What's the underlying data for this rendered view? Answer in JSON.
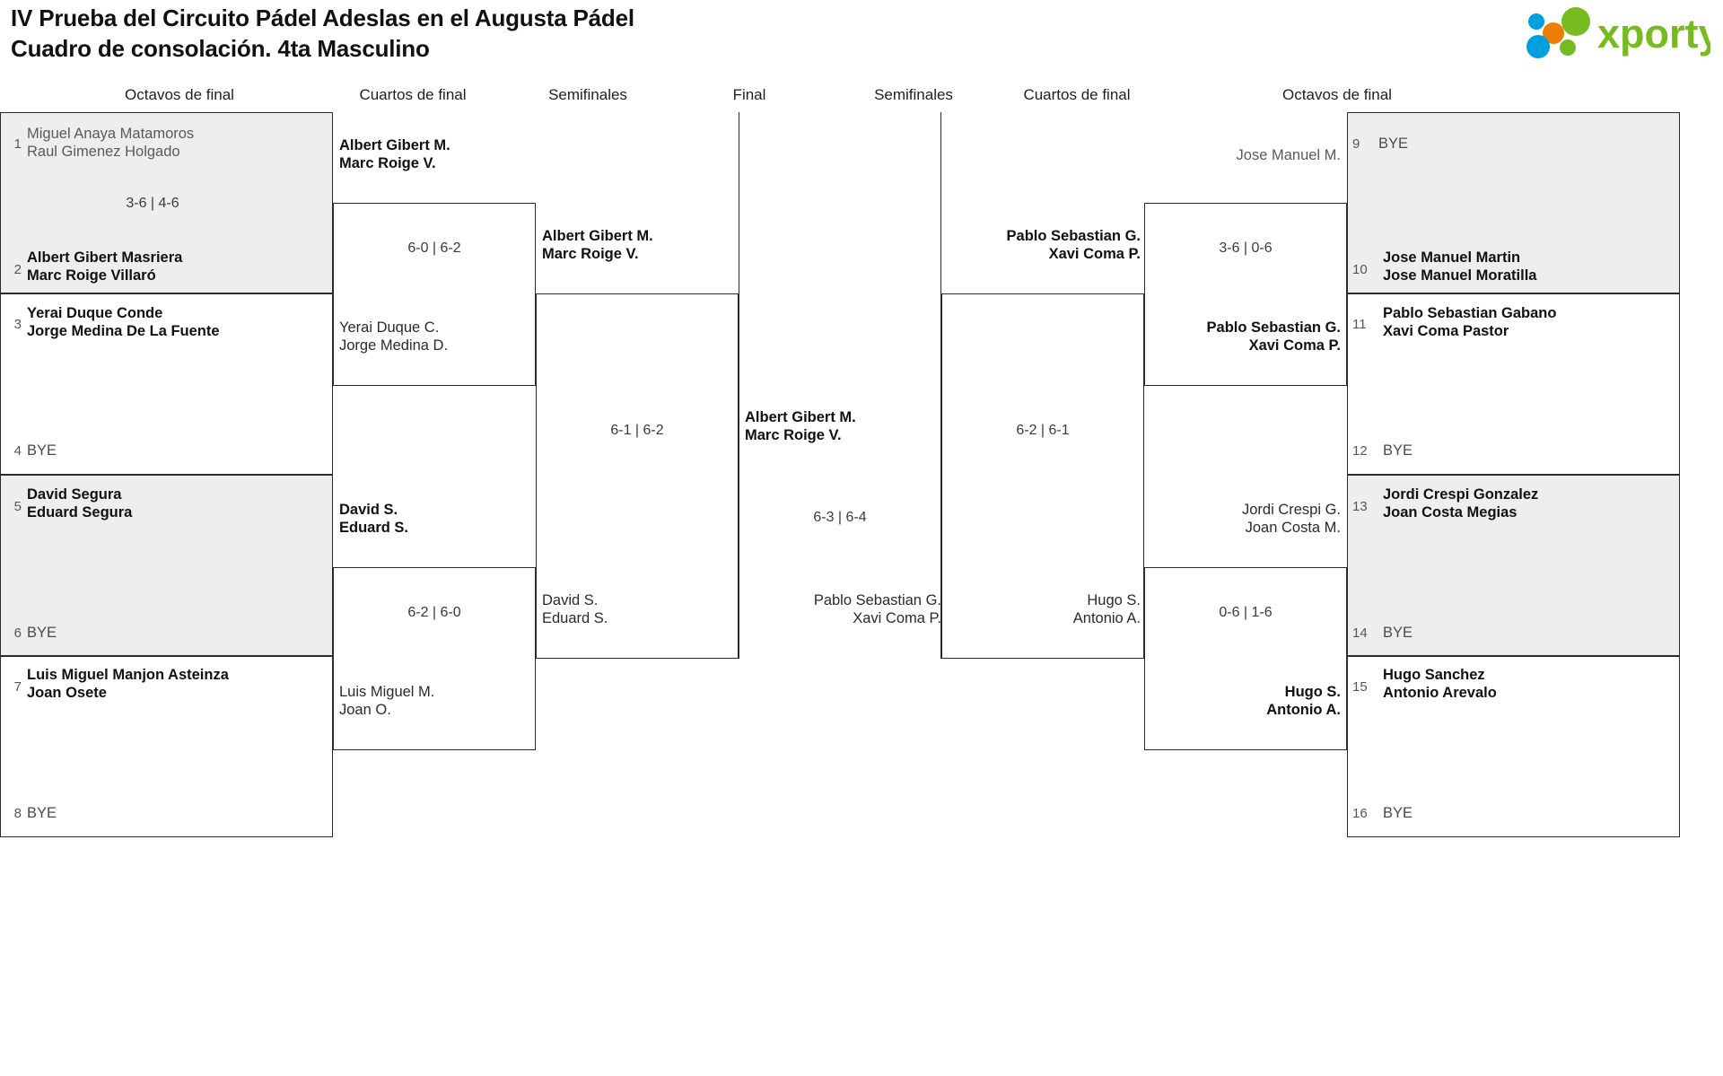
{
  "header": {
    "title_line1": "IV Prueba del Circuito Pádel Adeslas en el Augusta Pádel",
    "title_line2": "Cuadro de consolación. 4ta Masculino",
    "logo_text": "xporty",
    "logo_colors": {
      "green": "#76bc21",
      "blue": "#00a0df",
      "orange": "#ef7d00"
    }
  },
  "round_headers": {
    "left_r16": "Octavos de final",
    "left_qf": "Cuartos de final",
    "left_sf": "Semifinales",
    "final": "Final",
    "right_sf": "Semifinales",
    "right_qf": "Cuartos de final",
    "right_r16": "Octavos de final"
  },
  "chart_data": {
    "type": "bracket",
    "title": "IV Prueba del Circuito Pádel Adeslas en el Augusta Pádel — Cuadro de consolación. 4ta Masculino",
    "seeds_left": [
      {
        "seed": "1",
        "name": "Miguel Anaya Matamoros\nRaul Gimenez Holgado",
        "status": "lose"
      },
      {
        "seed": "2",
        "name": "Albert Gibert Masriera\nMarc Roige Villaró",
        "status": "win"
      },
      {
        "seed": "3",
        "name": "Yerai Duque Conde\nJorge Medina De La Fuente",
        "status": "win"
      },
      {
        "seed": "4",
        "name": "BYE",
        "status": "bye"
      },
      {
        "seed": "5",
        "name": "David Segura\nEduard Segura",
        "status": "win"
      },
      {
        "seed": "6",
        "name": "BYE",
        "status": "bye"
      },
      {
        "seed": "7",
        "name": "Luis Miguel Manjon Asteinza\nJoan Osete",
        "status": "win"
      },
      {
        "seed": "8",
        "name": "BYE",
        "status": "bye"
      }
    ],
    "seeds_right": [
      {
        "seed": "9",
        "name": "BYE",
        "status": "bye"
      },
      {
        "seed": "10",
        "name": "Jose Manuel Martin\nJose Manuel Moratilla",
        "status": "win"
      },
      {
        "seed": "11",
        "name": "Pablo Sebastian Gabano\nXavi Coma Pastor",
        "status": "win"
      },
      {
        "seed": "12",
        "name": "BYE",
        "status": "bye"
      },
      {
        "seed": "13",
        "name": "Jordi Crespi Gonzalez\nJoan Costa Megias",
        "status": "win"
      },
      {
        "seed": "14",
        "name": "BYE",
        "status": "bye"
      },
      {
        "seed": "15",
        "name": "Hugo Sanchez\nAntonio Arevalo",
        "status": "win"
      },
      {
        "seed": "16",
        "name": "BYE",
        "status": "bye"
      }
    ],
    "scores_left_r16": [
      "3-6 | 4-6"
    ],
    "left_qf": [
      {
        "winner": "Albert Gibert M.\nMarc Roige V.",
        "loser": "Yerai Duque C.\nJorge Medina D.",
        "score": "6-0 | 6-2"
      },
      {
        "winner": "David S.\nEduard S.",
        "loser": "Luis Miguel M.\nJoan O.",
        "score": "6-2 | 6-0"
      }
    ],
    "left_sf": [
      {
        "winner": "Albert Gibert M.\nMarc Roige V.",
        "loser": "David S.\nEduard S.",
        "score": "6-1 | 6-2"
      }
    ],
    "final": {
      "champion": "Albert Gibert M.\nMarc Roige V.",
      "runner_up": "Pablo Sebastian G.\nXavi Coma P.",
      "score": "6-3 | 6-4"
    },
    "right_sf": [
      {
        "winner": "Pablo Sebastian G.\nXavi Coma P.",
        "loser": "Hugo S.\nAntonio A.",
        "score": "6-2 | 6-1"
      }
    ],
    "right_qf": [
      {
        "winner": "Pablo Sebastian G.\nXavi Coma P.",
        "loser": "Jose Manuel M.",
        "score": "3-6 | 0-6"
      },
      {
        "winner": "Hugo S.\nAntonio A.",
        "loser": "Jordi Crespi G.\nJoan Costa M.",
        "score": "0-6 | 1-6"
      }
    ]
  }
}
